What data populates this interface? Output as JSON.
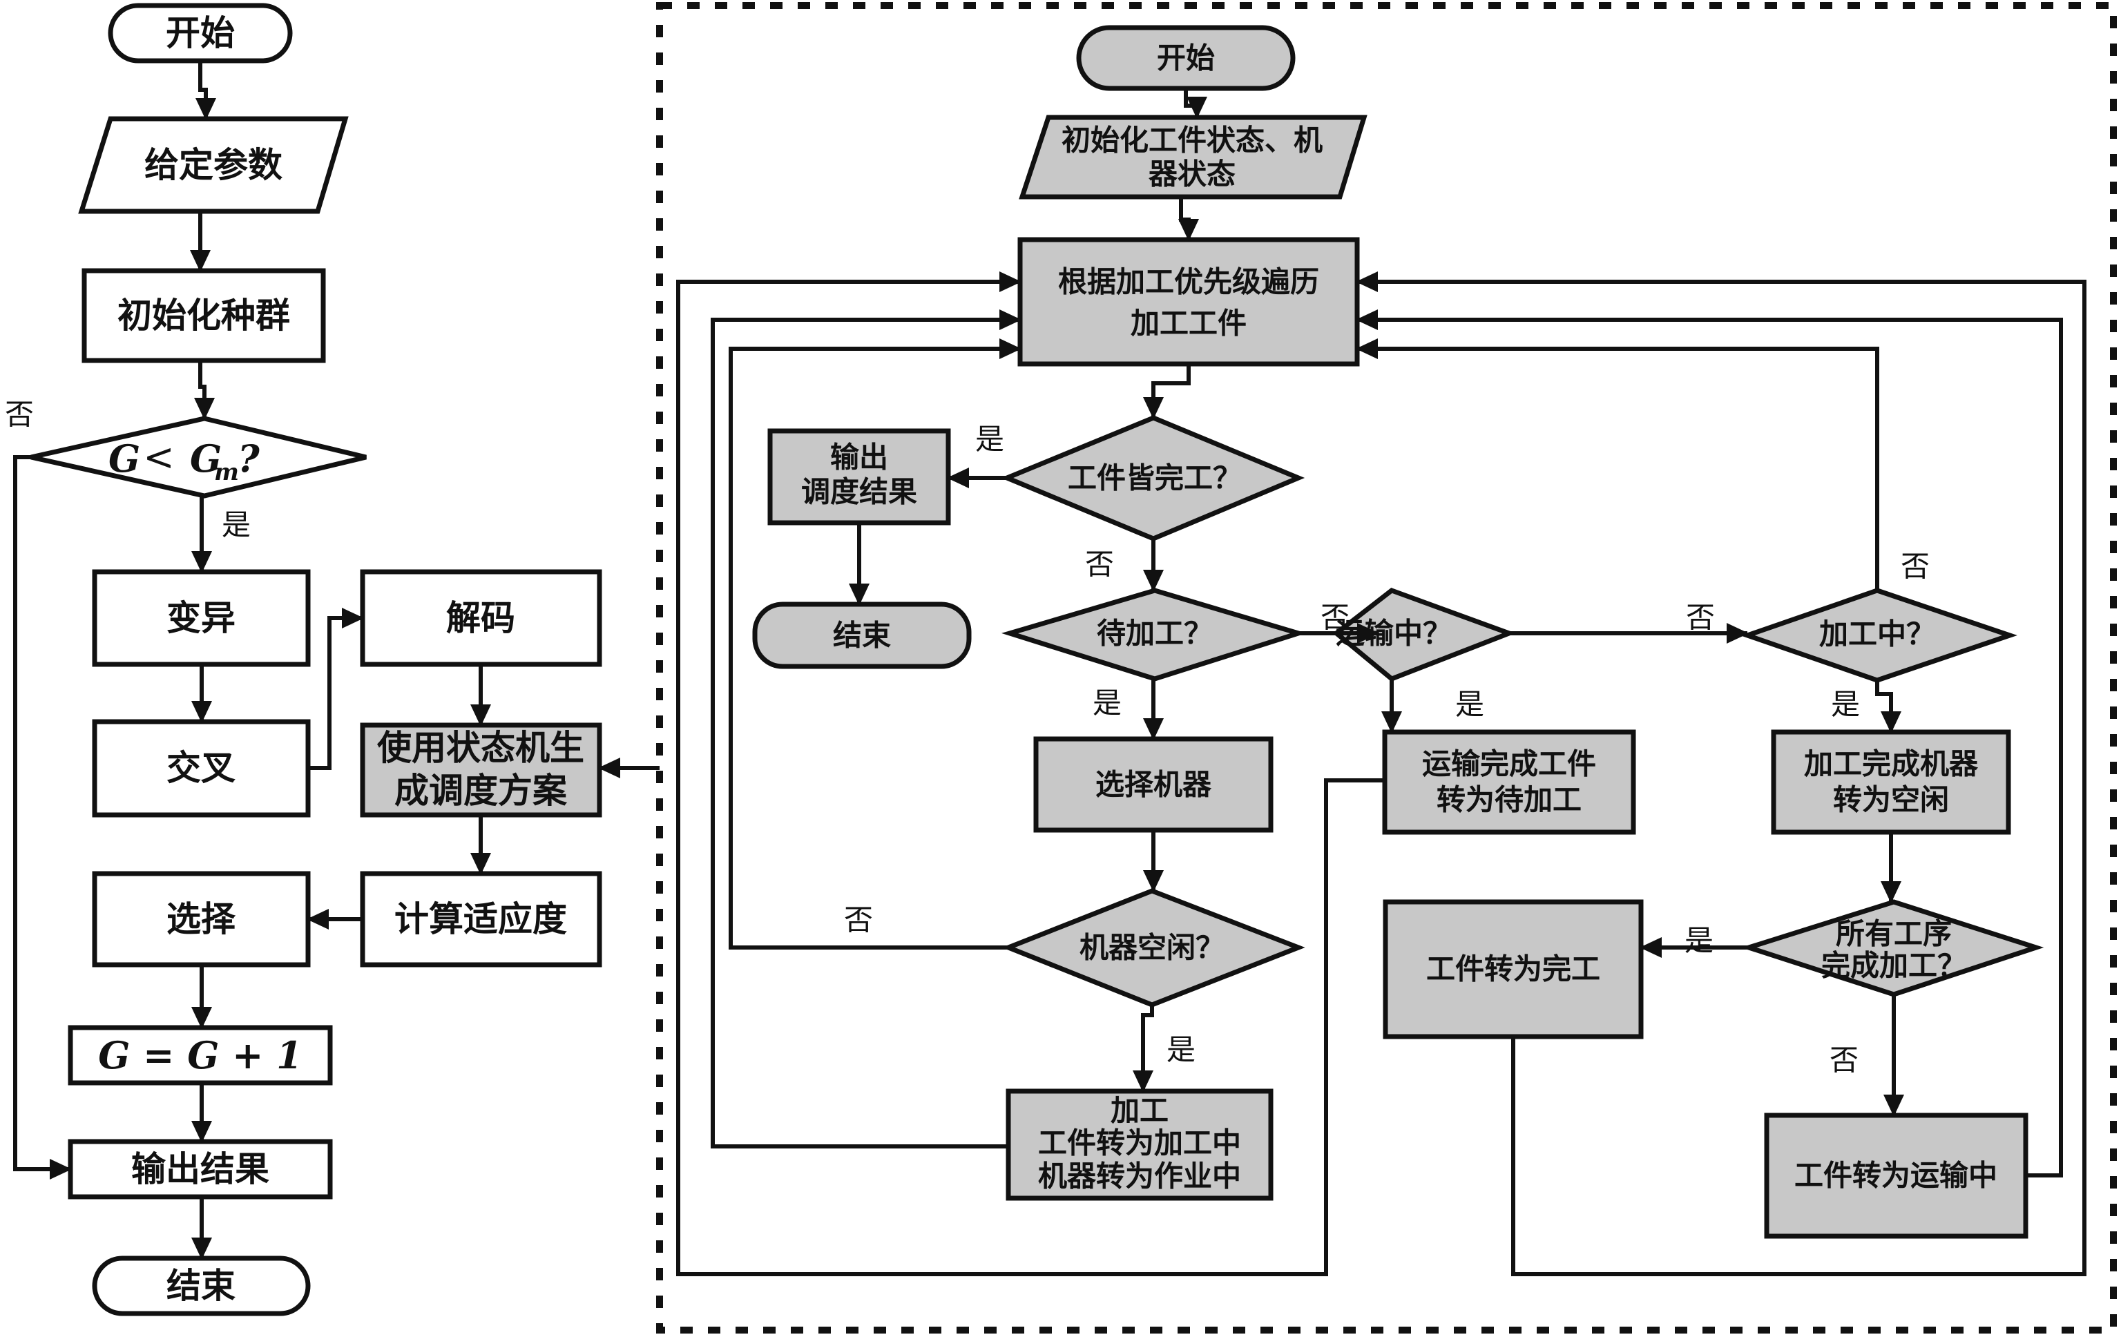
{
  "colors": {
    "line": "#111111",
    "process_fill_white": "#ffffff",
    "process_fill_gray": "#c8c8c8"
  },
  "left": {
    "start": "开始",
    "params": "给定参数",
    "init_pop": "初始化种群",
    "cond": {
      "G": "G",
      "op": "<",
      "Gm": "G",
      "sub": "m",
      "q": "?"
    },
    "yes": "是",
    "no": "否",
    "mutate": "变异",
    "decode": "解码",
    "crossover": "交叉",
    "gen_schedule": [
      "使用状态机生",
      "成调度方案"
    ],
    "fitness": "计算适应度",
    "select": "选择",
    "increment": "G = G + 1",
    "output": "输出结果",
    "end": "结束"
  },
  "right": {
    "start": "开始",
    "init_state": [
      "初始化工件状态、机",
      "器状态"
    ],
    "traverse": [
      "根据加工优先级遍历",
      "加工工件"
    ],
    "all_done": "工件皆完工？",
    "output_sched": [
      "输出",
      "调度结果"
    ],
    "end": "结束",
    "waiting": "待加工？",
    "transporting": "运输中？",
    "processing": "加工中？",
    "select_machine": "选择机器",
    "transport_done": [
      "运输完成工件",
      "转为待加工"
    ],
    "process_done": [
      "加工完成机器",
      "转为空闲"
    ],
    "machine_idle": "机器空闲？",
    "all_ops_done": [
      "所有工序",
      "完成加工？"
    ],
    "job_complete": "工件转为完工",
    "do_process": [
      "加工",
      "工件转为加工中",
      "机器转为作业中"
    ],
    "job_transport": "工件转为运输中",
    "yes": "是",
    "no": "否"
  }
}
